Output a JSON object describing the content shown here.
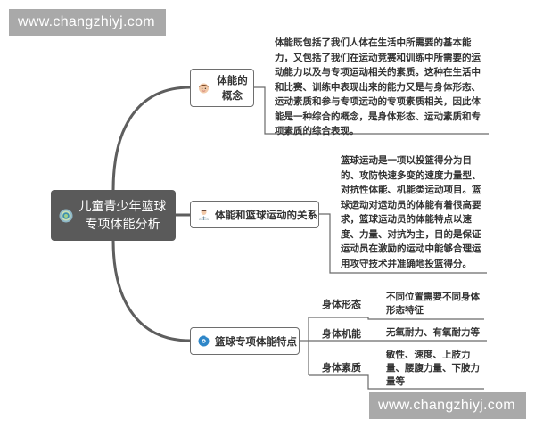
{
  "watermark": {
    "top": "www.changzhiyj.com",
    "bottom": "www.changzhiyj.com"
  },
  "mindmap": {
    "root": {
      "title_line1": "儿童青少年篮球",
      "title_line2": "专项体能分析",
      "icon": "target-icon"
    },
    "branches": [
      {
        "label_line1": "体能的",
        "label_line2": "概念",
        "icon": "boy-face-icon",
        "note": "体能既包括了我们人体在生活中所需要的基本能力，又包括了我们在运动竞赛和训练中所需要的运动能力以及与专项运动相关的素质。这种在生活中和比赛、训练中表现出来的能力又是与身体形态、运动素质和参与专项运动的专项素质相关，因此体能是一种综合的概念，是身体形态、运动素质和专项素质的综合表现。"
      },
      {
        "label": "体能和篮球运动的关系",
        "icon": "doctor-icon",
        "note": "篮球运动是一项以投篮得分为目的、攻防快速多变的速度力量型、对抗性体能、机能类运动项目。篮球运动对运动员的体能有着很高要求，篮球运动员的体能特点以速度、力量、对抗为主，目的是保证运动员在激励的运动中能够合理运用攻守技术并准确地投篮得分。"
      },
      {
        "label": "篮球专项体能特点",
        "icon": "disc-icon",
        "children": [
          {
            "label": "身体形态",
            "detail": "不同位置需要不同身体形态特征"
          },
          {
            "label": "身体机能",
            "detail": "无氧耐力、有氧耐力等"
          },
          {
            "label": "身体素质",
            "detail": "敏性、速度、上肢力量、腰腹力量、下肢力量等"
          }
        ]
      }
    ]
  },
  "colors": {
    "root_bg": "#5a5a5a",
    "line": "#5e5e5e",
    "watermark_bg": "#a9a9a9"
  }
}
